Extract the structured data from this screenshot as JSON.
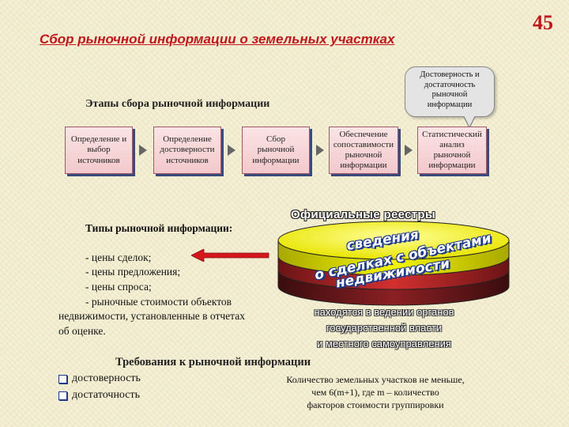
{
  "slide_number": "45",
  "title": "Сбор рыночной информации о земельных участках",
  "stages_heading": "Этапы сбора рыночной информации",
  "callout": [
    "Достоверность и",
    "достаточность",
    "рыночной",
    "информации"
  ],
  "stages": [
    [
      "Определение и",
      "выбор",
      "источников"
    ],
    [
      "Определение",
      "достоверности",
      "источников"
    ],
    [
      "Сбор",
      "рыночной",
      "информации"
    ],
    [
      "Обеспечение",
      "сопоставимости",
      "рыночной",
      "информации"
    ],
    [
      "Статистический",
      "анализ",
      "рыночной",
      "информации"
    ]
  ],
  "types": {
    "heading": "Типы рыночной информации:",
    "items": [
      "- цены сделок;",
      "- цены предложения;",
      "- цены спроса;",
      "- рыночные стоимости объектов"
    ],
    "continuation": [
      "недвижимости, установленные в отчетах",
      "об оценке."
    ]
  },
  "registries": {
    "title": "Официальные реестры",
    "wordart": [
      "сведения",
      "о сделках с объектами",
      "недвижимости"
    ],
    "lines": [
      "находятся в ведении органов",
      "государственной власти",
      "и местного самоуправления"
    ]
  },
  "requirements": {
    "heading": "Требования к рыночной информации",
    "items": [
      "достоверность",
      "достаточность"
    ],
    "note": [
      "Количество земельных участков не меньше,",
      "чем 6(m+1), где m – количество",
      "факторов стоимости группировки"
    ]
  },
  "colors": {
    "title_red": "#c0171c",
    "box_fill": "#f2c8cc",
    "box_shadow": "#3a4a7e",
    "arrow_red": "#d3171d"
  }
}
